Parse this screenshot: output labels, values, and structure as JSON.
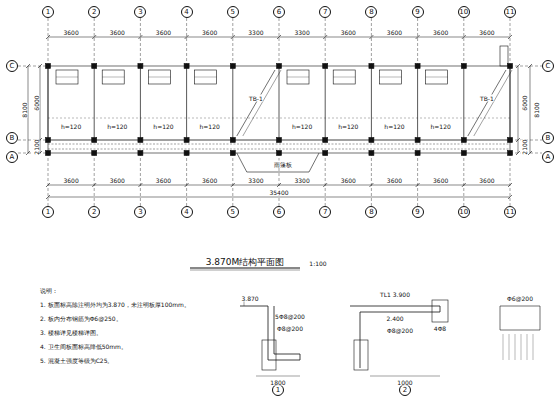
{
  "diagram": {
    "nodes": [
      {
        "text": [
          "1"
        ]
      },
      {
        "text": [
          "2"
        ]
      },
      {
        "text": [
          "3"
        ]
      },
      {
        "text": [
          "4"
        ]
      },
      {
        "text": [
          "5"
        ]
      },
      {
        "text": [
          "6"
        ]
      },
      {
        "text": [
          "7"
        ]
      },
      {
        "text": [
          "8"
        ]
      },
      {
        "text": [
          "9"
        ]
      },
      {
        "text": [
          "10"
        ]
      },
      {
        "text": [
          "11"
        ]
      },
      {
        "text": [
          "1"
        ]
      },
      {
        "text": [
          "2"
        ]
      },
      {
        "text": [
          "3"
        ]
      },
      {
        "text": [
          "4"
        ]
      },
      {
        "text": [
          "5"
        ]
      },
      {
        "text": [
          "6"
        ]
      },
      {
        "text": [
          "7"
        ]
      },
      {
        "text": [
          "8"
        ]
      },
      {
        "text": [
          "9"
        ]
      },
      {
        "text": [
          "10"
        ]
      },
      {
        "text": [
          "11"
        ]
      },
      {
        "text": [
          "C"
        ]
      },
      {
        "text": [
          "B"
        ]
      },
      {
        "text": [
          "A"
        ]
      },
      {
        "text": [
          "C"
        ]
      },
      {
        "text": [
          "B"
        ]
      },
      {
        "text": [
          "A"
        ]
      },
      {
        "text": [
          "1"
        ]
      },
      {
        "text": [
          "2"
        ]
      }
    ],
    "labels": [
      "3600",
      "3600",
      "3600",
      "3600",
      "3300",
      "3300",
      "3600",
      "3600",
      "3600",
      "3600",
      "3600",
      "3600",
      "3600",
      "3600",
      "3300",
      "3300",
      "3600",
      "3600",
      "3600",
      "3600",
      "35400",
      "6000",
      "2100",
      "8100",
      "6000",
      "2100",
      "8100",
      "h=120",
      "h=120",
      "h=120",
      "h=120",
      "h=120",
      "h=120",
      "h=120",
      "h=120",
      "TB-1",
      "TB-1",
      "雨篷板",
      "3.870M结构平面图",
      "1:100",
      "说明：",
      "1. 板面标高除注明外均为3.870，未注明板厚100mm。",
      "2. 板内分布钢筋为Φ6@250。",
      "3. 楼梯详见楼梯详图。",
      "4. 卫生间板面标高降低50mm。",
      "5. 混凝土强度等级为C25。",
      "3.870",
      "5Φ8@200",
      "Φ8@200",
      "1800",
      "TL1 3.900",
      "2.400",
      "Φ8@200",
      "1000",
      "4Φ8",
      "Φ6@200"
    ]
  }
}
